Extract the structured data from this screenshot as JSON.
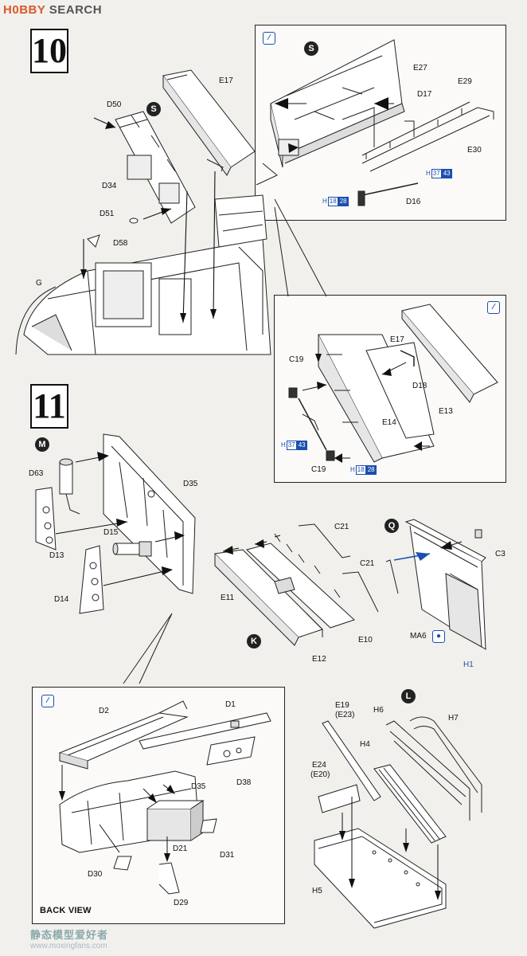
{
  "header": {
    "brand_prefix": "H0",
    "brand": "BBY",
    "suffix": " SEARCH"
  },
  "steps": {
    "step10": "10",
    "step11": "11"
  },
  "badges": {
    "s_main": "S",
    "s_inset": "S",
    "m": "M",
    "q": "Q",
    "k": "K",
    "l": "L"
  },
  "parts": {
    "D50": "D50",
    "E17_top": "E17",
    "D34": "D34",
    "D51": "D51",
    "D58": "D58",
    "G": "G",
    "E27": "E27",
    "E29": "E29",
    "D17": "D17",
    "E30": "E30",
    "D16": "D16",
    "E17_inset": "E17",
    "C19_a": "C19",
    "D18": "D18",
    "E13": "E13",
    "E14": "E14",
    "C19_b": "C19",
    "D63": "D63",
    "D35_a": "D35",
    "D13": "D13",
    "D15": "D15",
    "D14": "D14",
    "C21_a": "C21",
    "C21_b": "C21",
    "E11": "E11",
    "E10": "E10",
    "E12": "E12",
    "C3": "C3",
    "MA6": "MA6",
    "H1": "H1",
    "D2": "D2",
    "D1": "D1",
    "D35_b": "D35",
    "D38": "D38",
    "D21": "D21",
    "D31": "D31",
    "D30": "D30",
    "D29": "D29",
    "E19": "E19",
    "E23": "(E23)",
    "H6": "H6",
    "H7": "H7",
    "H4": "H4",
    "E24": "E24",
    "E20": "(E20)",
    "H5": "H5"
  },
  "paint_chips": {
    "c1": {
      "h": "H",
      "a": "37",
      "b": "43"
    },
    "c2": {
      "h": "H",
      "a": "18",
      "b": "28"
    },
    "c3": {
      "h": "H",
      "a": "37",
      "b": "43"
    },
    "c4": {
      "h": "H",
      "a": "18",
      "b": "28"
    }
  },
  "back_view": "BACK VIEW",
  "footer": {
    "mark": "静态模型爱好者",
    "url": "www.moxingfans.com"
  },
  "colors": {
    "paint_blue": "#1a4fb0",
    "line": "#222222",
    "fill": "#ffffff",
    "shade": "#d9d9d9"
  }
}
